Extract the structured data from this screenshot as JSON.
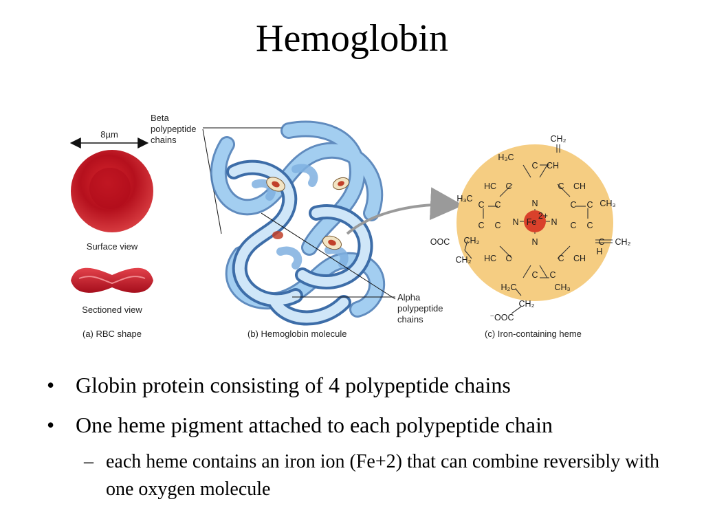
{
  "slide": {
    "title": "Hemoglobin",
    "bullets": [
      "Globin protein consisting of 4 polypeptide chains",
      "One heme pigment attached to each polypeptide chain"
    ],
    "sub_bullet": "each heme contains an iron ion (Fe+2) that can combine reversibly with one oxygen molecule"
  },
  "figure": {
    "panel_a": {
      "scale": "8µm",
      "surface_view": "Surface view",
      "sectioned_view": "Sectioned view",
      "caption": "(a) RBC shape"
    },
    "panel_b": {
      "beta_label": [
        "Beta",
        "polypeptide",
        "chains"
      ],
      "alpha_label": [
        "Alpha",
        "polypeptide",
        "chains"
      ],
      "caption": "(b) Hemoglobin molecule"
    },
    "panel_c": {
      "caption": "(c) Iron-containing heme",
      "iron": "Fe",
      "iron_charge": "2+"
    },
    "colors": {
      "rbc_red": "#c8102e",
      "protein_blue": "#8ec1ea",
      "heme_disc": "#f5cd82",
      "iron_red": "#d9412b"
    }
  }
}
